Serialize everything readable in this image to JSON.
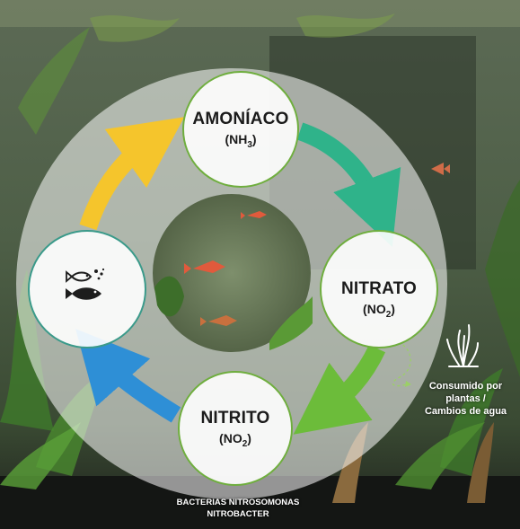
{
  "nodes": {
    "amoniaco": {
      "title": "AMONÍACO",
      "formula_base": "(NH",
      "formula_sub": "3",
      "formula_end": ")"
    },
    "nitrato": {
      "title": "NITRATO",
      "formula_base": "(NO",
      "formula_sub": "2",
      "formula_end": ")"
    },
    "nitrito": {
      "title": "NITRITO",
      "formula_base": "(NO",
      "formula_sub": "2",
      "formula_end": ")"
    }
  },
  "notes": {
    "consumed_line1": "Consumido por plantas /",
    "consumed_line2": "Cambios de agua",
    "bacteria_line1": "BACTERIAS NITROSOMONAS",
    "bacteria_line2": "NITROBACTER"
  },
  "colors": {
    "arrow_amoniaco_to_nitrato": "#2fb38a",
    "arrow_nitrato_to_nitrito": "#6cbc3a",
    "arrow_nitrito_to_fish": "#2e8fd6",
    "arrow_fish_to_amoniaco": "#f5c52c",
    "node_border": "#6fae3e",
    "fish_node_border": "#3a9a8a"
  },
  "icons": [
    "fish-waste-icon",
    "plant-icon"
  ]
}
